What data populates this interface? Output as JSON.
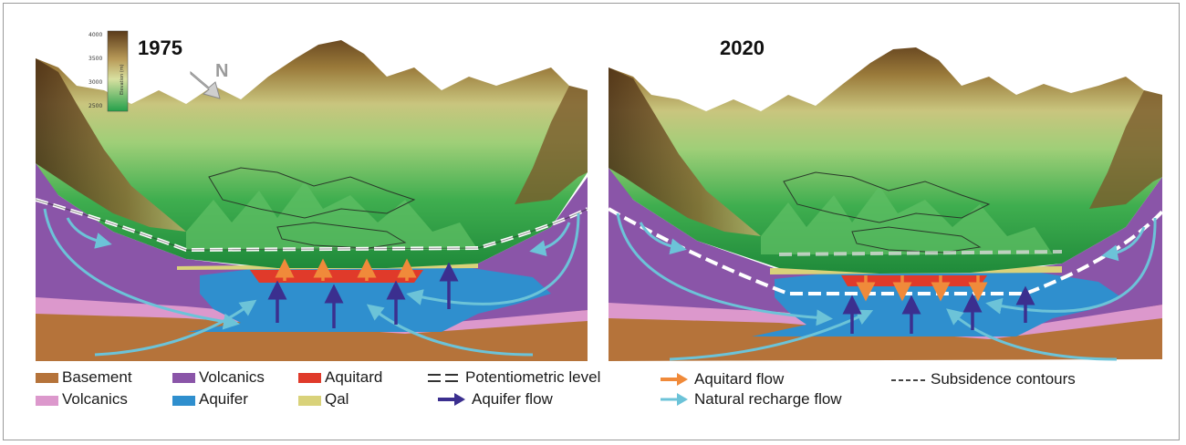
{
  "panels": [
    {
      "year": "1975"
    },
    {
      "year": "2020"
    }
  ],
  "north_label": "N",
  "colorbar": {
    "ticks": [
      "4000",
      "3500",
      "3000",
      "2500"
    ],
    "label": "Elevation (m)"
  },
  "legend": {
    "basement": "Basement",
    "volcanics_upper": "Volcanics",
    "volcanics_lower": "Volcanics",
    "aquifer": "Aquifer",
    "aquitard": "Aquitard",
    "qal": "Qal",
    "potentiometric": "Potentiometric level",
    "aquifer_flow": "Aquifer flow",
    "aquitard_flow": "Aquitard flow",
    "recharge_flow": "Natural recharge flow",
    "subsidence": "Subsidence contours"
  },
  "colors": {
    "basement": "#b5733a",
    "volcanics_purple": "#8a55a8",
    "volcanics_pink": "#dc98cc",
    "aquifer": "#2f8fce",
    "aquitard": "#e03a2a",
    "qal": "#d9d27a",
    "aquifer_flow": "#3b2f8f",
    "aquitard_flow": "#f08a3a",
    "recharge_flow": "#6cc3d8"
  }
}
